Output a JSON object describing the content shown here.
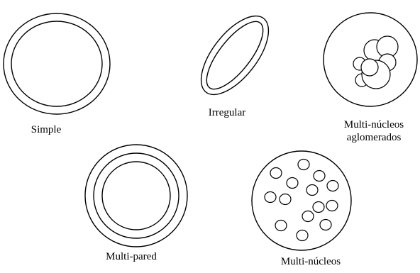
{
  "labels": {
    "simple": "Simple",
    "irregular": "Irregular",
    "multi_nucleos_aglomerados_line1": "Multi-núcleos",
    "multi_nucleos_aglomerados_line2": "aglomerados",
    "multi_pared": "Multi-pared",
    "multi_nucleos": "Multi-núcleos"
  },
  "colors": {
    "stroke": "#000000",
    "background": "#ffffff"
  }
}
